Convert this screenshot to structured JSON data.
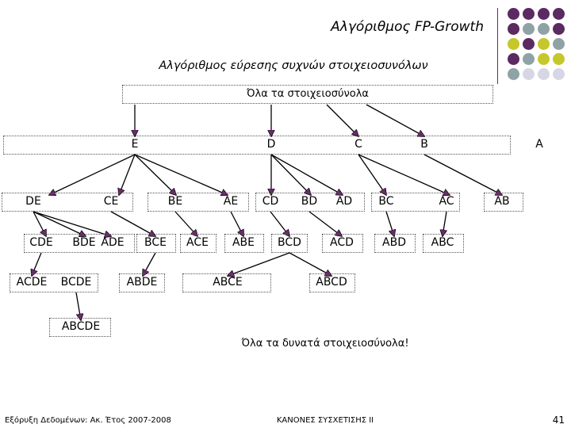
{
  "slide": {
    "title": "Αλγόριθμος FP-Growth",
    "subtitle": "Αλγόριθμος εύρεσης συχνών στοιχειοσυνόλων",
    "root_label": "Όλα τα στοιχειοσύνολα",
    "all_label": "Όλα τα δυνατά στοιχειοσύνολα!",
    "footer_left": "Εξόρυξη Δεδομένων: Ακ. Έτος 2007-2008",
    "footer_center": "ΚΑΝΟΝΕΣ ΣΥΣΧΕΤΙΣΗΣ ΙΙ",
    "page_number": "41"
  },
  "colors": {
    "edge": "#000000",
    "arrow_fill": "#6b2a6b",
    "dot_purple": "#5b2a62",
    "dot_gray": "#8fa3a7",
    "dot_yellow": "#c6c72a",
    "dot_lavender": "#d7d6e4"
  },
  "levels": {
    "level1": [
      "E",
      "D",
      "C",
      "B",
      "A"
    ],
    "level2": [
      "DE",
      "CE",
      "BE",
      "AE",
      "CD",
      "BD",
      "AD",
      "BC",
      "AC",
      "AB"
    ],
    "level3": [
      "CDE",
      "BDE",
      "ADE",
      "BCE",
      "ACE",
      "ABE",
      "BCD",
      "ACD",
      "ABD",
      "ABC"
    ],
    "level4": [
      "ACDE",
      "BCDE",
      "ABDE",
      "ABCE",
      "ABCD"
    ],
    "level5": [
      "ABCDE"
    ]
  }
}
